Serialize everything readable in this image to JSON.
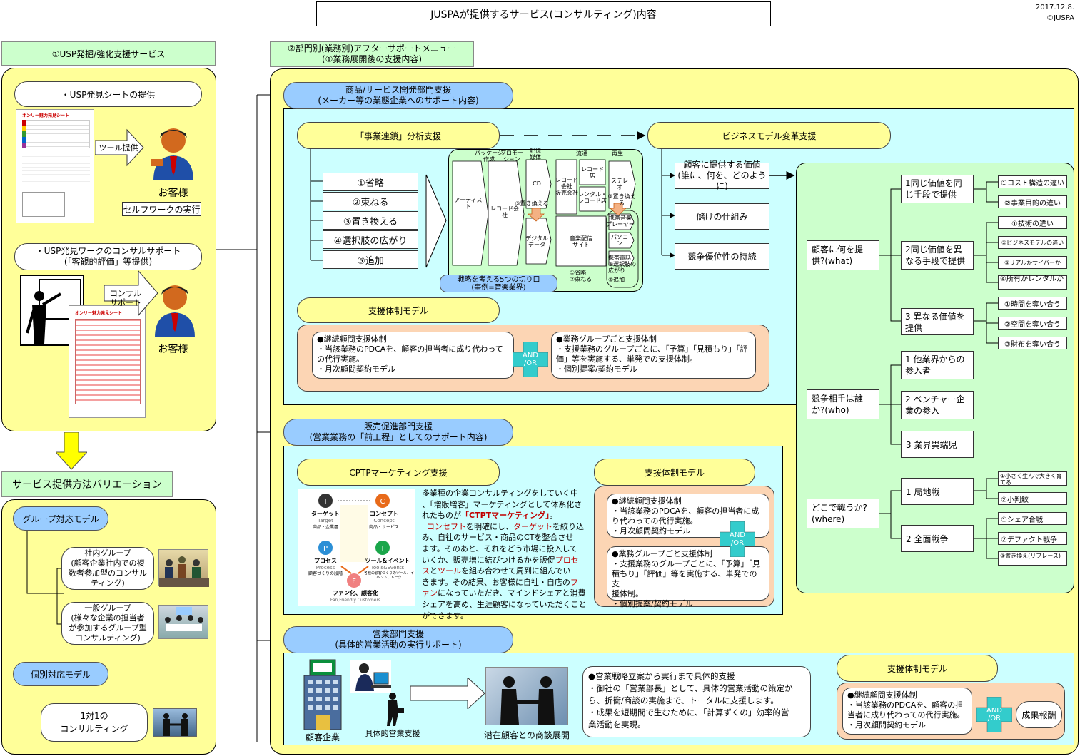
{
  "title": "JUSPAが提供するサービス(コンサルティング)内容",
  "date": "2017.12.8.",
  "copyright": "©JUSPA",
  "left": {
    "header": "①USP発掘/強化支援サービス",
    "item1": "・USP発見シートの提供",
    "tool_label": "ツール提供",
    "customer1": "お客様",
    "selfwork": "セルフワークの実行",
    "item2_line1": "・USP発見ワークのコンサルサポート",
    "item2_line2": "(「客観的評価」等提供)",
    "consul_line1": "コンサル",
    "consul_line2": "サポート",
    "customer2": "お客様",
    "sheet_title": "オンリー魅力発見シート"
  },
  "variation": {
    "header": "サービス提供方法バリエーション",
    "group_model": "グループ対応モデル",
    "inhouse_line1": "社内グループ",
    "inhouse_line2": "(顧客企業社内での複",
    "inhouse_line3": "数者参加型のコンサル",
    "inhouse_line4": "ティング)",
    "general_line1": "一般グループ",
    "general_line2": "(様々な企業の担当者",
    "general_line3": "が参加するグループ型",
    "general_line4": "コンサルティング)",
    "individual_model": "個別対応モデル",
    "one_line1": "1対1の",
    "one_line2": "コンサルティング"
  },
  "right": {
    "header_line1": "②部門別(業務別)アフターサポートメニュー",
    "header_line2": "(①業務展開後の支援内容)",
    "product": {
      "title_line1": "商品/サービス開発部門支援",
      "title_line2": "(メーカー等の業態企業へのサポート内容)",
      "chain": "「事業連鎖」分析支援",
      "bm": "ビジネスモデル変革支援",
      "cuts": [
        "①省略",
        "②束ねる",
        "③置き換える",
        "④選択肢の広がり",
        "⑤追加"
      ],
      "music": {
        "col_package": "パッケージ\n作成",
        "col_promo": "プロモー\nション",
        "col_media": "記憶\n媒体",
        "col_dist": "流通",
        "col_play": "再生",
        "artist": "アーティスト",
        "label": "レコード会社",
        "cd": "CD",
        "replace": "③置き換える",
        "digital": "デジタル\nデータ",
        "record_sales": "レコード\n会社\n販売会社",
        "shop": "レコード店",
        "rental": "レンタル・\nレコード店",
        "stereo": "ステレオ",
        "replace2": "③置き換える",
        "player": "携帯音楽\nプレーヤー",
        "pc": "パソコン",
        "site": "音楽配信\nサイト",
        "mobile": "携帯電話",
        "choice": "④選択肢の\n広がり",
        "add": "⑤追加",
        "omit": "①省略\n②束ねる",
        "caption_line1": "戦略を考える5つの切り口",
        "caption_line2": "(事例=音楽業界)"
      },
      "value_line1": "顧客に提供する価値",
      "value_line2": "(誰に、何を、どのように)",
      "profit": "儲けの仕組み",
      "advantage": "競争優位性の持続",
      "support_model": "支援体制モデル",
      "c1": "●継続顧問支援体制",
      "c2": "・当該業務のPDCAを、顧客の担当者に成り代わって",
      "c3": "の代行実施。",
      "c4": "・月次顧問契約モデル",
      "andor1": "AND",
      "andor2": "/OR",
      "g1": "●業務グループごと支援体制",
      "g2": "・支援業務のグループごとに、「予算」「見積もり」「評",
      "g3": "価」等を実施する、単発での支援体制。",
      "g4": "・個別提案/契約モデル"
    },
    "tree": {
      "what": "顧客に何を提供?(what)",
      "what1": "1同じ価値を同じ手段で提供",
      "what1a": "①コスト構造の違い",
      "what1b": "②事業目的の違い",
      "what2": "2同じ価値を異なる手段で提供",
      "what2a": "①技術の違い",
      "what2b": "②ビジネスモデルの違い",
      "what2c": "③リアルかサイバーか",
      "what2d": "④所有かレンタルか",
      "what3": "3 異なる価値を提供",
      "what3a": "①時間を奪い合う",
      "what3b": "②空間を奪い合う",
      "what3c": "③財布を奪い合う",
      "who": "競争相手は誰か?(who)",
      "who1": "1 他業界からの参入者",
      "who2": "2 ベンチャー企業の参入",
      "who3": "3 業界異端児",
      "where_line1": "どこで戦うか?",
      "where_line2": "(where)",
      "where1": "1 局地戦",
      "where1a": "①小さく生んで大きく育てる",
      "where1b": "②小判鮫",
      "where2": "2 全面戦争",
      "where2a": "①シェア合戦",
      "where2b": "②デファクト戦争",
      "where2c": "③置き換え(リプレース)"
    },
    "sales_promo": {
      "title_line1": "販売促進部門支援",
      "title_line2": "(営業業務の「前工程」としてのサポート内容)",
      "cptp": "CPTPマーケティング支援",
      "support_model": "支援体制モデル",
      "t1": "多業種の企業コンサルティングをしていく中",
      "t2": "、「増販増客」マーケティングとして体系化さ",
      "t3a": "れたものが",
      "t3b": "「CTPTマーケティング」",
      "t3c": "。",
      "t4a": "コンセプト",
      "t4b": "を明確にし、",
      "t4c": "ターゲット",
      "t4d": "を絞り込",
      "t5": "み、自社のサービス・商品のCTを整合させ",
      "t6": "ます。そのあと、それをどう市場に投入して",
      "t7a": "いくか、販売増に結びつけるかを販促",
      "t7b": "プロセ",
      "t8a": "ス",
      "t8b": "と",
      "t8c": "ツール",
      "t8d": "を組み合わせて周到に組んでい",
      "t9a": "きます。その結果、お客様に自社・自店の",
      "t9b": "フ",
      "t10a": "ァン",
      "t10b": "になっていただき、マインドシェアと消費",
      "t11": "シェアを高め、生涯顧客になっていただくこと",
      "t12": "ができます。",
      "fig_target": "ターゲット",
      "fig_target_en": "Target",
      "fig_target_sub": "商品・企業層",
      "fig_concept": "コンセプト",
      "fig_concept_en": "Concept",
      "fig_concept_sub": "商品・サービス",
      "fig_process": "プロセス",
      "fig_process_en": "Process",
      "fig_process_sub": "顧客づくりの段階",
      "fig_tools": "ツール&イベント",
      "fig_tools_en": "Tools&Events",
      "fig_tools_sub": "各種の顧客づくりのツール、イベント、トーク",
      "fig_fan": "ファン化、顧客化",
      "fig_fan_en": "Fan,Friendly Customers",
      "c1": "●継続顧問支援体制",
      "c2": "・当該業務のPDCAを、顧客の担当者に成",
      "c3": "り代わっての代行実施。",
      "c4": "・月次顧問契約モデル",
      "andor1": "AND",
      "andor2": "/OR",
      "g1": "●業務グループごと支援体制",
      "g2": "・支援業務のグループごとに、「予算」「見",
      "g3": "積もり」「評価」等を実施する、単発での支",
      "g4": "援体制。",
      "g5": "・個別提案/契約モデル"
    },
    "sales": {
      "title_line1": "営業部門支援",
      "title_line2": "(具体的営業活動の実行サポート)",
      "client": "顧客企業",
      "concrete": "具体的営業支援",
      "prospect": "潜在顧客との商談展開",
      "s1": "●営業戦略立案から実行まで具体的支援",
      "s2": "・御社の「営業部長」として、具体的営業活動の策定か",
      "s3": "ら、折衝/商談の実施まで、トータルに支援します。",
      "s4": "・成果を短期間で生むために、「計算ずくの」効率的営",
      "s5": "業活動を実現。",
      "support_model": "支援体制モデル",
      "c1": "●継続顧問支援体制",
      "c2": "・当該業務のPDCAを、顧客の担",
      "c3": "当者に成り代わっての代行実施。",
      "c4": "・月次顧問契約モデル",
      "andor1": "AND",
      "andor2": "/OR",
      "reward": "成果報酬"
    }
  },
  "colors": {
    "green": "#ccffcc",
    "yellow": "#ffff99",
    "cyan": "#ccffff",
    "blue": "#99ccff",
    "orange": "#fcd5b4",
    "cross": "#33cccc",
    "red": "#c00000"
  }
}
